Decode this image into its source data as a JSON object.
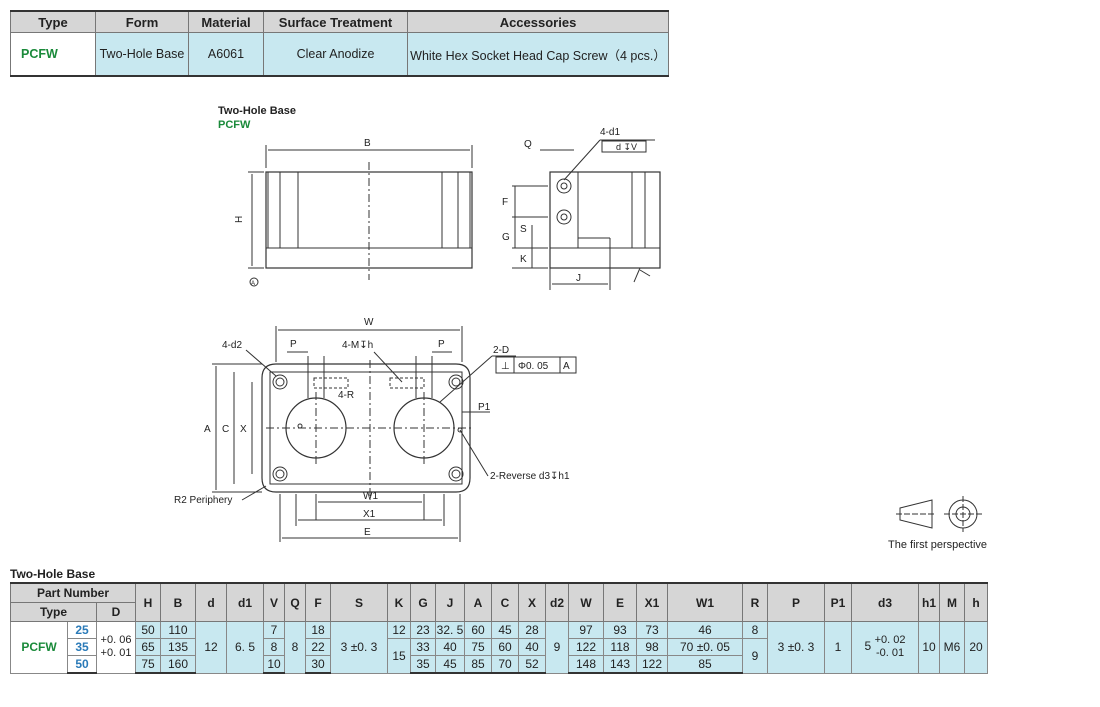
{
  "spec_table": {
    "headers": [
      "Type",
      "Form",
      "Material",
      "Surface Treatment",
      "Accessories"
    ],
    "row": {
      "type": "PCFW",
      "form": "Two-Hole Base",
      "material": "A6061",
      "surface": "Clear Anodize",
      "accessories": "White Hex Socket Head Cap Screw（4 pcs.）"
    }
  },
  "drawing": {
    "title": "Two-Hole Base",
    "code": "PCFW",
    "labels": {
      "B": "B",
      "H": "H",
      "A_datum": "A",
      "Q": "Q",
      "d1": "4-d1",
      "dV": "d ↧V",
      "F": "F",
      "S": "S",
      "G": "G",
      "K": "K",
      "J": "J",
      "W": "W",
      "d2": "4-d2",
      "P": "P",
      "Mh": "4-M↧h",
      "R": "4-R",
      "D": "2-D",
      "tol": "Φ0. 05",
      "tol_ref": "A",
      "P1": "P1",
      "A": "A",
      "C": "C",
      "X": "X",
      "rev": "2-Reverse d3↧h1",
      "W1": "W1",
      "X1": "X1",
      "E": "E",
      "R2": "R2 Periphery"
    },
    "perspective": "The first perspective"
  },
  "dims_table": {
    "title": "Two-Hole Base",
    "part_number_label": "Part Number",
    "type_label": "Type",
    "d_label": "D",
    "columns": [
      "H",
      "B",
      "d",
      "d1",
      "V",
      "Q",
      "F",
      "S",
      "K",
      "G",
      "J",
      "A",
      "C",
      "X",
      "d2",
      "W",
      "E",
      "X1",
      "W1",
      "R",
      "P",
      "P1",
      "d3",
      "h1",
      "M",
      "h"
    ],
    "type": "PCFW",
    "d_tol": "+0. 06\n+0. 01",
    "rows": [
      {
        "D": "25",
        "H": "50",
        "B": "110",
        "V": "7",
        "F": "18",
        "K": "12",
        "G": "23",
        "J": "32. 5",
        "A": "60",
        "C": "45",
        "X": "28",
        "W": "97",
        "E": "93",
        "X1": "73",
        "W1": "46",
        "R": "8"
      },
      {
        "D": "35",
        "H": "65",
        "B": "135",
        "V": "8",
        "F": "22",
        "G": "33",
        "J": "40",
        "A": "75",
        "C": "60",
        "X": "40",
        "W": "122",
        "E": "118",
        "X1": "98",
        "W1": "70"
      },
      {
        "D": "50",
        "H": "75",
        "B": "160",
        "V": "10",
        "F": "30",
        "G": "35",
        "J": "45",
        "A": "85",
        "C": "70",
        "X": "52",
        "W": "148",
        "E": "143",
        "X1": "122",
        "W1": "85"
      }
    ],
    "shared": {
      "d": "12",
      "d1": "6. 5",
      "Q": "8",
      "S_val": "3",
      "S_tol": "±0. 3",
      "K2": "15",
      "d2": "9",
      "W1_tol": "±0. 05",
      "R2": "9",
      "P_val": "3",
      "P_tol": "±0. 3",
      "P1": "1",
      "d3": "5",
      "d3_tol": "+0. 02\n-0. 01",
      "h1": "10",
      "M": "M6",
      "h": "20"
    }
  }
}
